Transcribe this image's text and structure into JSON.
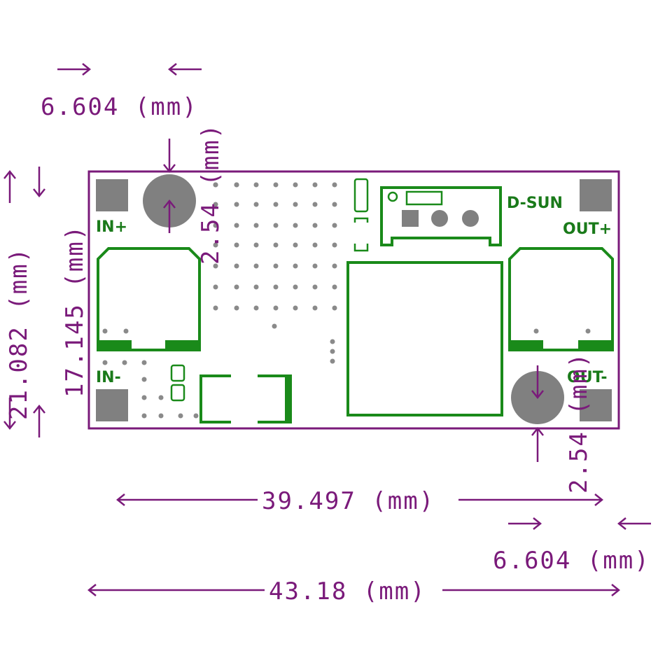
{
  "dimensions": {
    "top_left_pitch": "6.604 (mm)",
    "top_right_pitch": "6.604 (mm)",
    "hole_offset_top": "2.54 (mm)",
    "hole_offset_bottom": "2.54 (mm)",
    "outer_height": "21.082 (mm)",
    "inner_height": "17.145 (mm)",
    "hole_span": "39.497 (mm)",
    "board_width": "43.18 (mm)"
  },
  "silkscreen": {
    "in_plus": "IN+",
    "in_minus": "IN-",
    "out_plus": "OUT+",
    "out_minus": "OUT-",
    "brand": "D-SUN"
  },
  "colors": {
    "outline": "#7a1a7a",
    "silkscreen": "#1a8a1a",
    "pads": "#808080"
  }
}
